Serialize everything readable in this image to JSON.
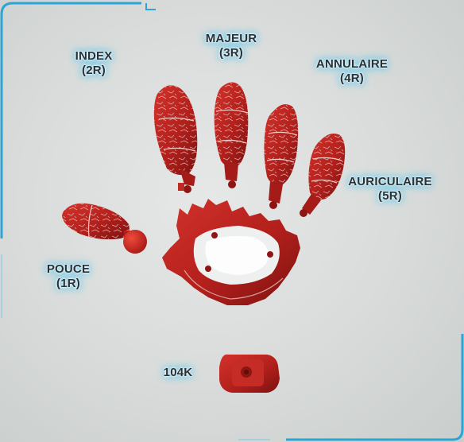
{
  "labels": {
    "index": {
      "name": "INDEX",
      "code": "(2R)"
    },
    "majeur": {
      "name": "MAJEUR",
      "code": "(3R)"
    },
    "annulaire": {
      "name": "ANNULAIRE",
      "code": "(4R)"
    },
    "auriculaire": {
      "name": "AURICULAIRE",
      "code": "(5R)"
    },
    "pouce": {
      "name": "POUCE",
      "code": "(1R)"
    },
    "part_104k": "104K"
  },
  "colors": {
    "part_red": "#b3201c",
    "part_dark_red": "#7c1210",
    "glow": "#5cc4ec",
    "frame": "#2aa6d6",
    "background": "#d9dcdb"
  }
}
